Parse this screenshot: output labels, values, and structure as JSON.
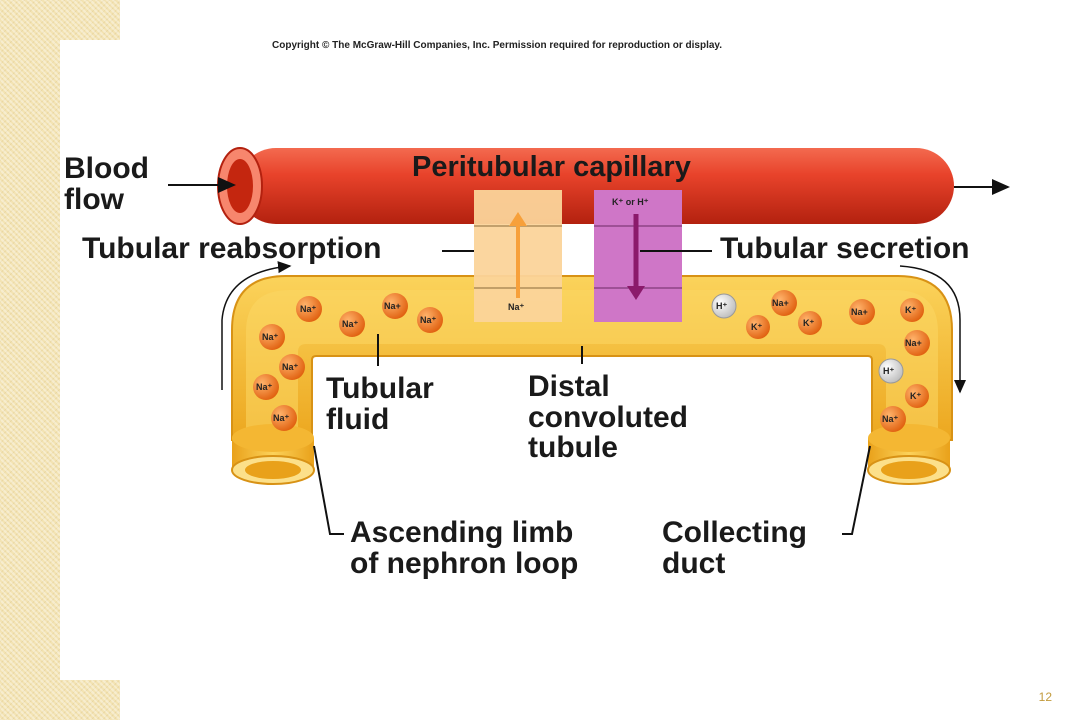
{
  "copyright": "Copyright © The McGraw-Hill Companies, Inc. Permission required for reproduction or display.",
  "labels": {
    "blood_flow": "Blood\nflow",
    "capillary": "Peritubular capillary",
    "reabsorption": "Tubular reabsorption",
    "secretion": "Tubular secretion",
    "tubular_fluid": "Tubular\nfluid",
    "distal": "Distal\nconvoluted\ntubule",
    "ascending": "Ascending limb\nof nephron loop",
    "collecting": "Collecting\nduct"
  },
  "ions": {
    "k_or_h": "K⁺ or H⁺",
    "na_channel": "Na⁺",
    "na": "Na⁺",
    "na_plus": "Na+",
    "k": "K⁺",
    "h": "H⁺"
  },
  "colors": {
    "capillary": "#e8432b",
    "tubule": "#f9c23c",
    "reabsorption_zone": "#fbd49a",
    "secretion_zone": "#cf76c7",
    "ion_orange": "#f07a1e",
    "ion_grey": "#d9d9d9",
    "reabsorption_arrow": "#f7a03a",
    "secretion_arrow": "#8b1a6b"
  },
  "page_number": "12"
}
